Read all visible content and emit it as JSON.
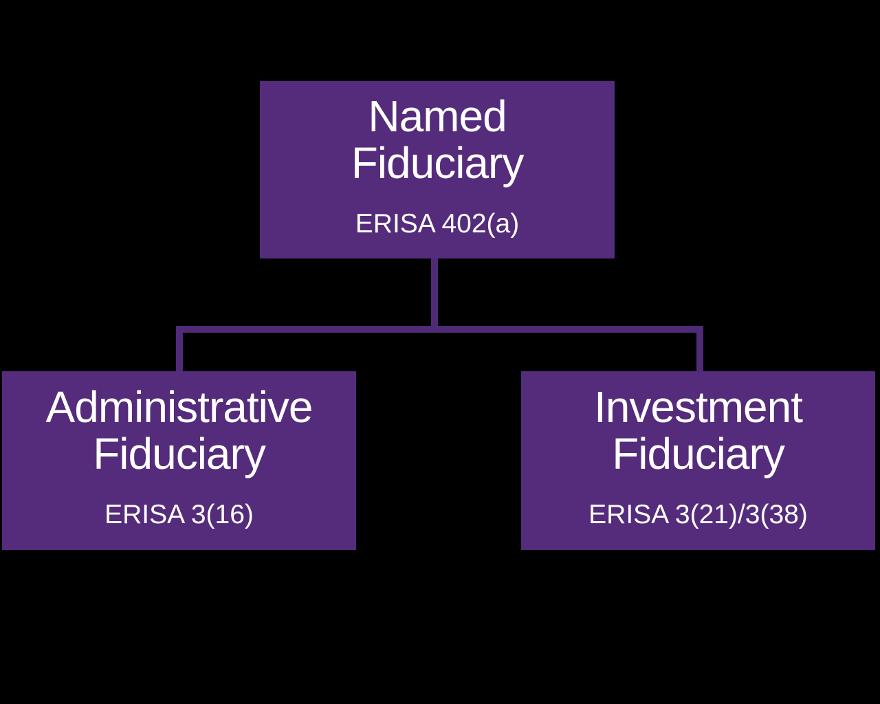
{
  "diagram": {
    "type": "org-chart",
    "background_color": "#000000",
    "node_color": "#552b7c",
    "connector_color": "#4f2a77",
    "text_color": "#ffffff",
    "nodes": [
      {
        "id": "named-fiduciary",
        "line1": "Named",
        "line2": "Fiduciary",
        "subtitle": "ERISA 402(a)"
      },
      {
        "id": "administrative-fiduciary",
        "line1": "Administrative",
        "line2": "Fiduciary",
        "subtitle": "ERISA 3(16)"
      },
      {
        "id": "investment-fiduciary",
        "line1": "Investment",
        "line2": "Fiduciary",
        "subtitle": "ERISA 3(21)/3(38)"
      }
    ],
    "edges": [
      {
        "from": "named-fiduciary",
        "to": "administrative-fiduciary"
      },
      {
        "from": "named-fiduciary",
        "to": "investment-fiduciary"
      }
    ]
  }
}
